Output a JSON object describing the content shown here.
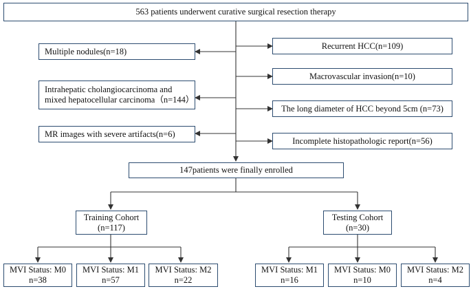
{
  "top": {
    "text": "563 patients underwent curative surgical resection therapy"
  },
  "exclusions_left": [
    {
      "lines": [
        "Multiple nodules(n=18)"
      ]
    },
    {
      "lines": [
        "Intrahepatic cholangiocarcinoma and",
        "mixed hepatocellular carcinoma（n=144）"
      ]
    },
    {
      "lines": [
        "MR images with severe artifacts(n=6)"
      ]
    }
  ],
  "exclusions_right": [
    {
      "lines": [
        "Recurrent HCC(n=109)"
      ]
    },
    {
      "lines": [
        "Macrovascular invasion(n=10)"
      ]
    },
    {
      "lines": [
        "The long diameter of HCC beyond 5cm (n=73)"
      ]
    },
    {
      "lines": [
        "Incomplete histopathologic report(n=56)"
      ]
    }
  ],
  "enrolled": {
    "text": "147patients were finally enrolled"
  },
  "training": {
    "title": "Training Cohort",
    "count": "(n=117)",
    "groups": [
      {
        "status": "MVI Status: M0",
        "n": "n=38"
      },
      {
        "status": "MVI Status: M1",
        "n": "n=57"
      },
      {
        "status": "MVI Status: M2",
        "n": "n=22"
      }
    ]
  },
  "testing": {
    "title": "Testing Cohort",
    "count": "(n=30)",
    "groups": [
      {
        "status": "MVI Status: M1",
        "n": "n=16"
      },
      {
        "status": "MVI Status: M0",
        "n": "n=10"
      },
      {
        "status": "MVI Status: M2",
        "n": "n=4"
      }
    ]
  },
  "colors": {
    "box_border": "#2b4b6f",
    "line": "#333333",
    "text": "#111111"
  }
}
